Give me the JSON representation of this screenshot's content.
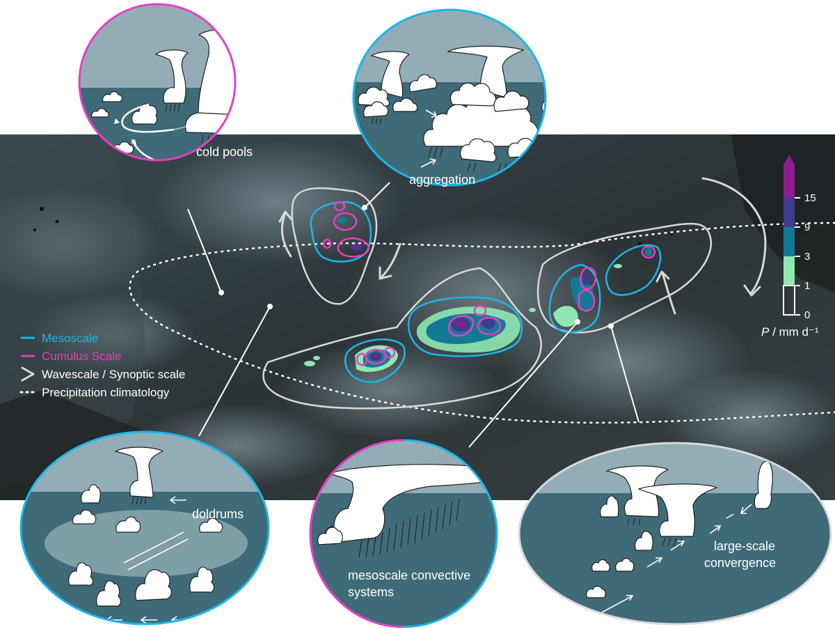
{
  "legend": {
    "mesoscale": {
      "label": "Mesoscale",
      "color": "#1ab7ea"
    },
    "cumulus": {
      "label": "Cumulus Scale",
      "color": "#e83fbf"
    },
    "wavescale": {
      "label": "Wavescale / Synoptic scale",
      "color": "#d9d9d9"
    },
    "climatology": {
      "label": "Precipitation climatology",
      "color": "#ffffff"
    }
  },
  "bubbles": {
    "cold_pools": "cold pools",
    "aggregation": "aggregation",
    "doldrums": "doldrums",
    "mcs_line1": "mesoscale convective",
    "mcs_line2": "systems",
    "convergence_line1": "large-scale",
    "convergence_line2": "convergence"
  },
  "colorbar": {
    "ticks": [
      "15",
      "9",
      "3",
      "1",
      "0"
    ],
    "label_var": "P",
    "label_units": " / mm d⁻¹",
    "colors": [
      "#8b1d8d",
      "#3d3c8e",
      "#137a96",
      "#8fe8b2"
    ]
  }
}
